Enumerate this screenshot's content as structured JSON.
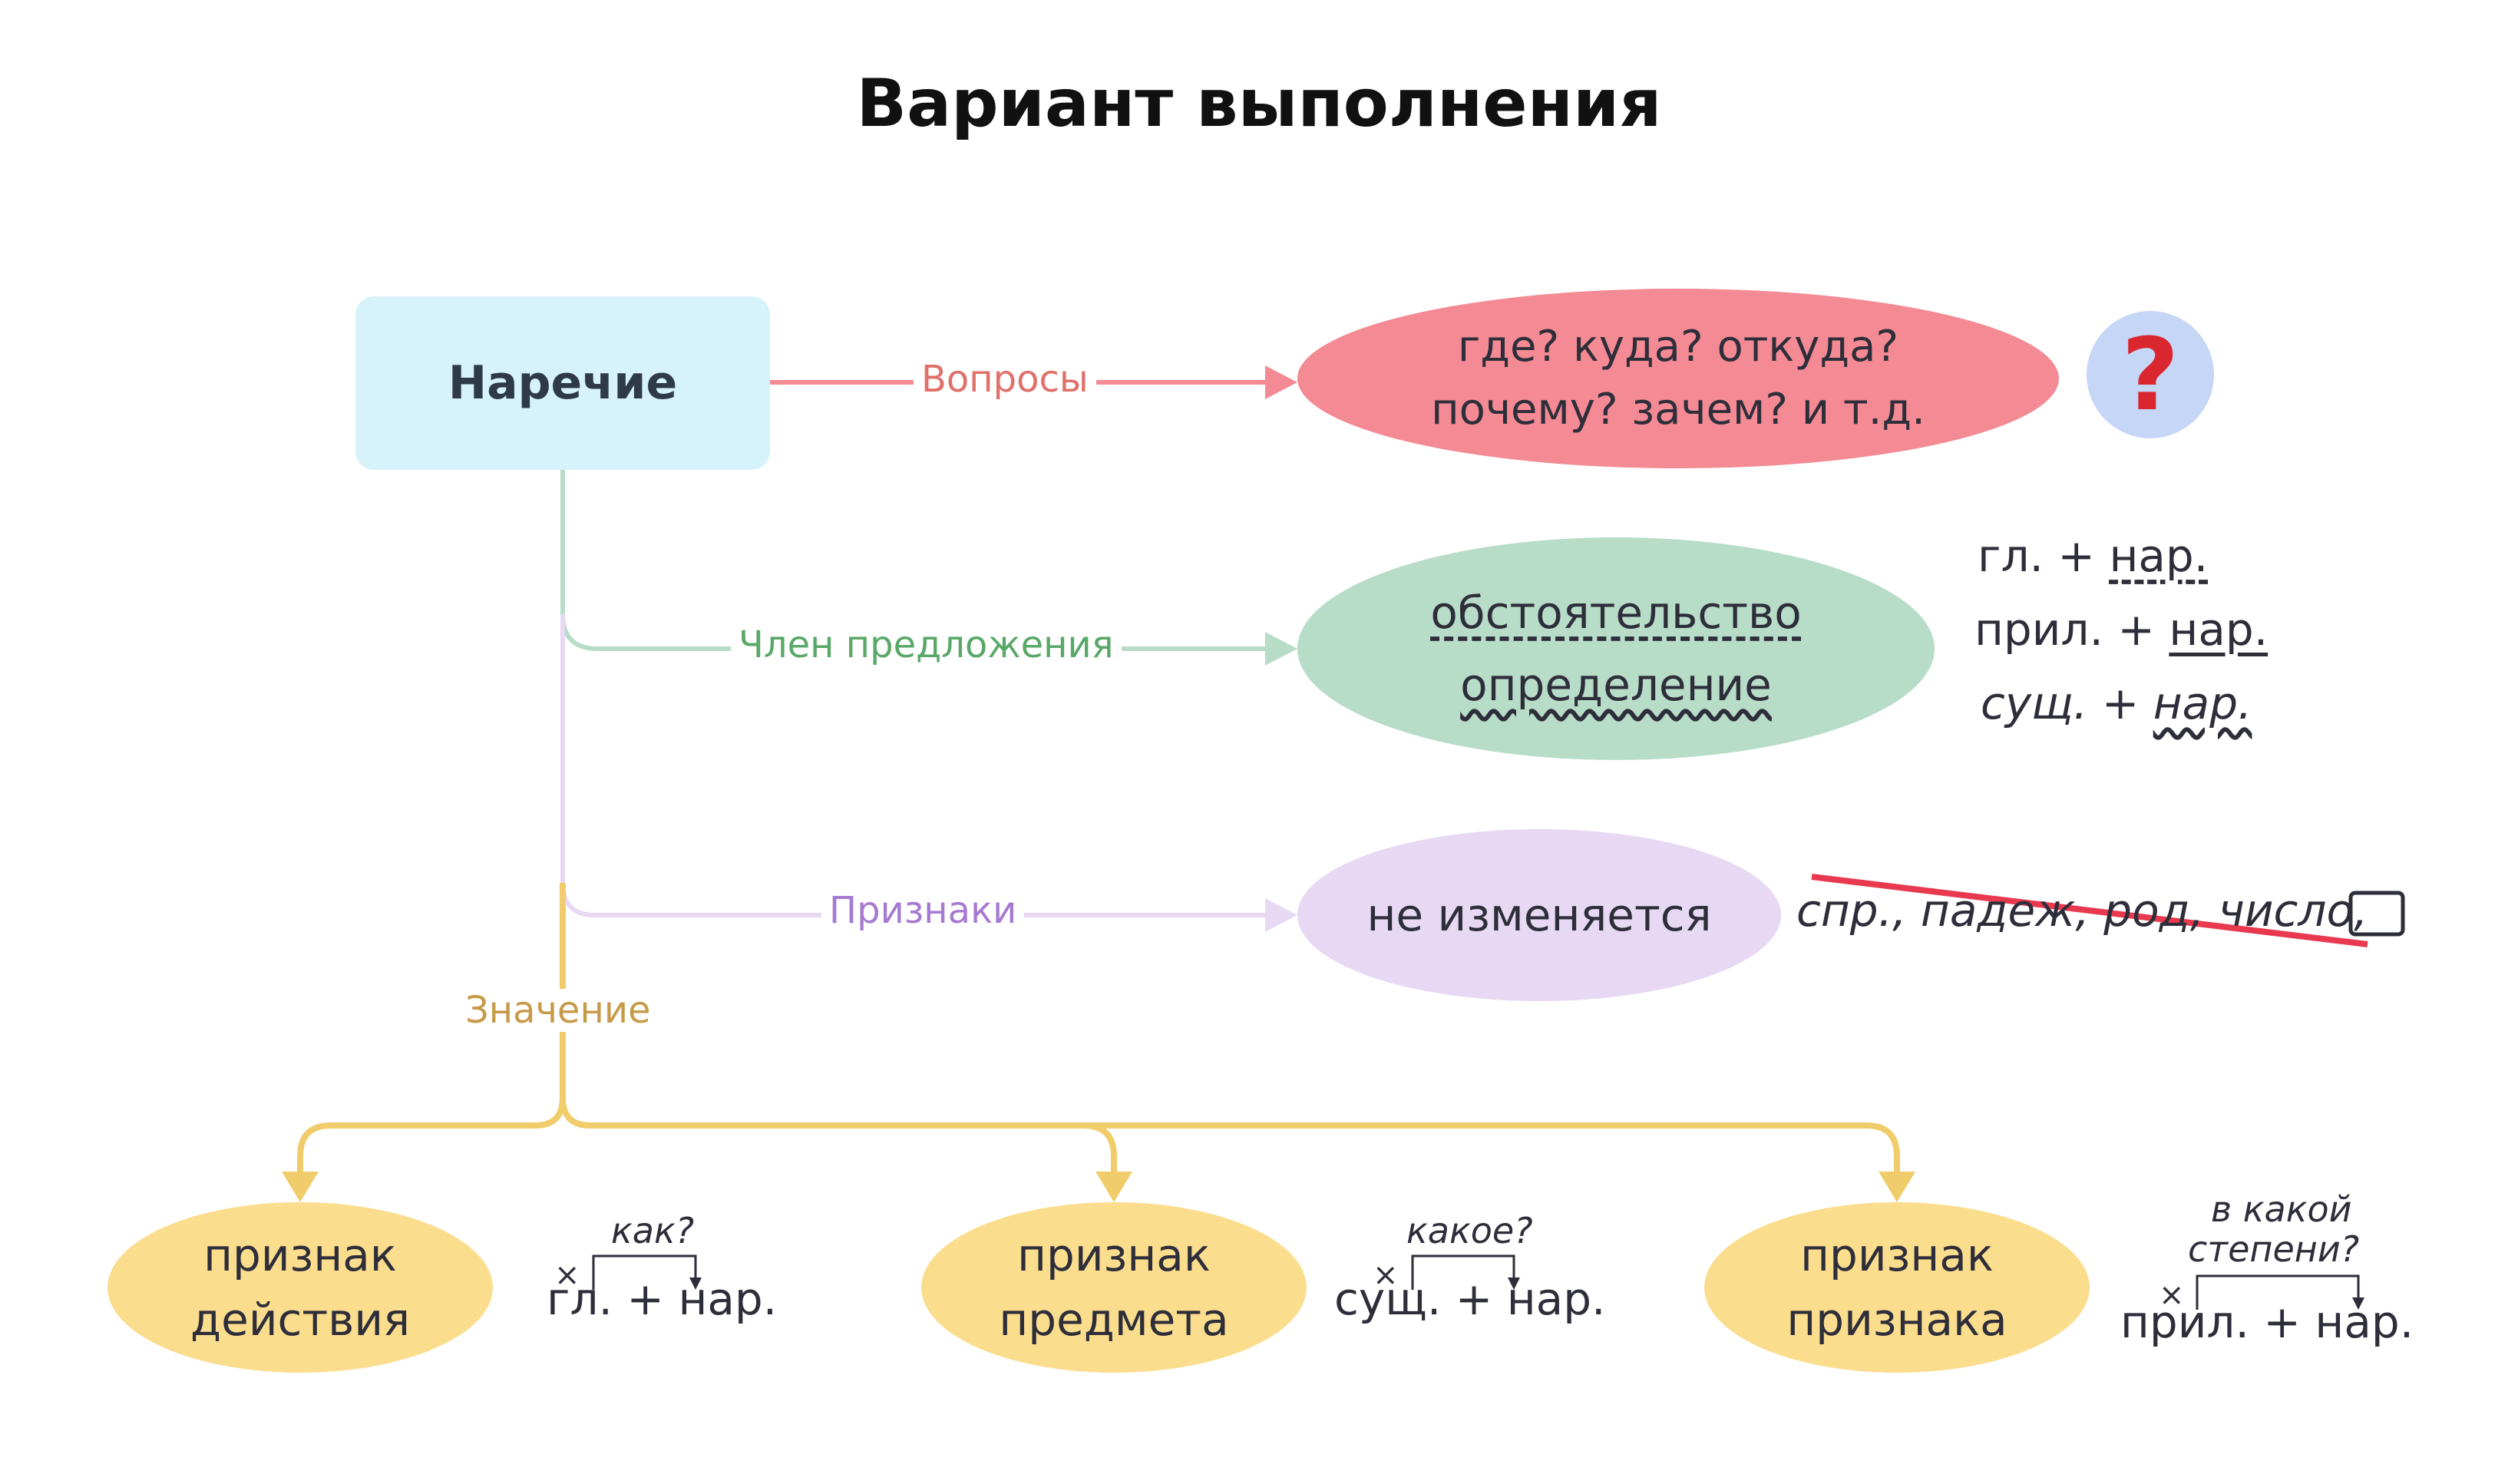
{
  "title": "Вариант выполнения",
  "colors": {
    "main_node": "#d6f2fb",
    "questions": "#f48a93",
    "member": "#b7dcc7",
    "signs": "#e7d9f3",
    "meaning": "#fbdd8e",
    "strike": "#e8394f"
  },
  "main_node": {
    "label": "Наречие"
  },
  "edges": {
    "questions": "Вопросы",
    "member": "Член предложения",
    "signs": "Признаки",
    "meaning": "Значение"
  },
  "questions": {
    "line1": "где? куда? откуда?",
    "line2": "почему? зачем? и т.д.",
    "badge_icon": "question-mark-icon",
    "badge_text": "?"
  },
  "member": {
    "item1": "обстоятельство",
    "item2": "определение",
    "patterns": [
      {
        "left": "гл. + ",
        "right": "нар."
      },
      {
        "left": "прил. + ",
        "right": "нар."
      },
      {
        "left": "сущ. + ",
        "right": "нар."
      }
    ]
  },
  "signs": {
    "text": "не изменяется",
    "crossed": "спр., падеж, род, число,"
  },
  "meanings": [
    {
      "line1": "признак",
      "line2": "действия",
      "question": "как?",
      "formula": "гл. + нар."
    },
    {
      "line1": "признак",
      "line2": "предмета",
      "question": "какое?",
      "formula": "сущ. + нар."
    },
    {
      "line1": "признак",
      "line2": "признака",
      "question1": "в какой",
      "question2": "степени?",
      "formula": "прил. + нар."
    }
  ],
  "markers": {
    "cross": "×"
  }
}
